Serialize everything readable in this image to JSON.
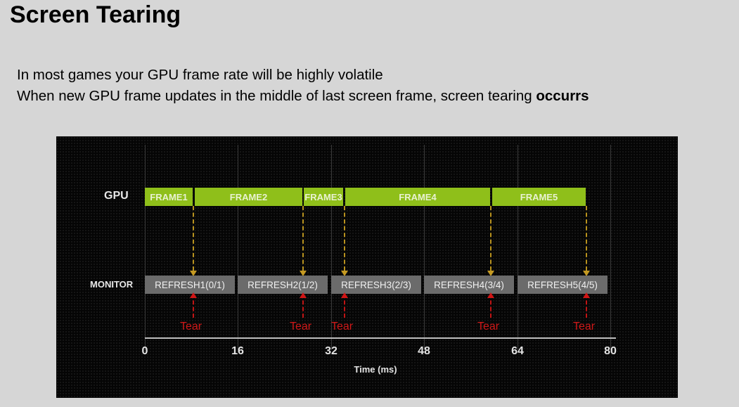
{
  "slide": {
    "title": "Screen Tearing",
    "line1": "In most games your GPU frame rate will be highly volatile",
    "line2_prefix": "When new GPU frame updates in the middle of last screen frame, screen tearing ",
    "line2_bold": "occurrs"
  },
  "diagram": {
    "gpu_label": "GPU",
    "monitor_label": "MONITOR",
    "frames": [
      "FRAME1",
      "FRAME2",
      "FRAME3",
      "FRAME4",
      "FRAME5"
    ],
    "refreshes": [
      "REFRESH1(0/1)",
      "REFRESH2(1/2)",
      "REFRESH3(2/3)",
      "REFRESH4(3/4)",
      "REFRESH5(4/5)"
    ],
    "tear_label": "Tear",
    "x_ticks": [
      "0",
      "16",
      "32",
      "48",
      "64",
      "80"
    ],
    "x_axis_label": "Time (ms)",
    "colors": {
      "frame": "#8fbf1a",
      "refresh": "#6b6b6b",
      "tear": "#d01818",
      "update_arrow": "#c59a22"
    }
  }
}
